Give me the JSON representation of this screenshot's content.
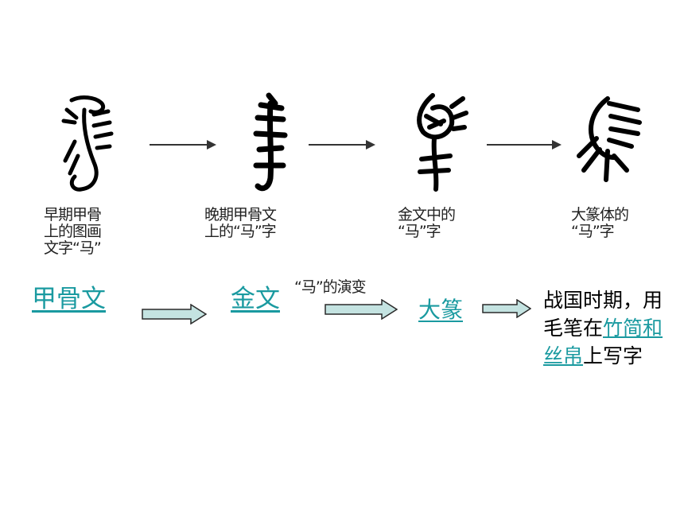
{
  "top_row": {
    "captions": [
      "早期甲骨\n上的图画\n文字“马”",
      "晚期甲骨文\n上的“马”字",
      "金文中的\n“马”字",
      "大篆体的\n“马”字"
    ]
  },
  "bottom_row": {
    "subtitle": "“马”的演变",
    "links": [
      "甲骨文",
      "金文",
      "大篆"
    ],
    "note": {
      "part1": "战国时期，用毛笔在",
      "link": "竹简和丝帛",
      "part2": "上写字"
    }
  },
  "colors": {
    "link": "#1a9aa0",
    "block_arrow_fill": "#c4e3e1",
    "block_arrow_stroke": "#2a2a2a"
  }
}
